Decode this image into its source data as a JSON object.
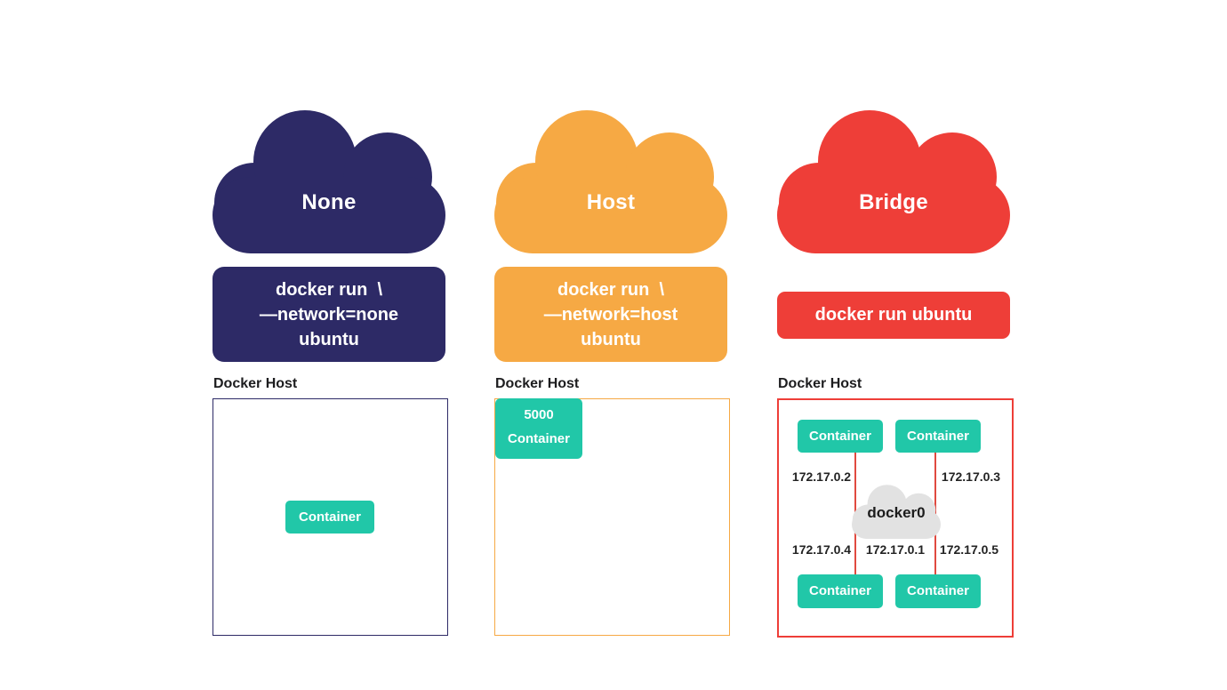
{
  "page": {
    "background": "#FFFFFF"
  },
  "palette": {
    "none_navy": "#2D2A66",
    "host_orange": "#F6A944",
    "bridge_red": "#EE3E38",
    "connector_red": "#E04A40",
    "container_teal": "#21C7A8",
    "bridge_cloud_gray": "#E2E2E2",
    "label_text_dark": "#1D1D1F",
    "text_light": "#FFFFFF"
  },
  "columns": [
    {
      "network": "None",
      "cloud_label": "None",
      "command_lines": [
        "docker run  \\",
        "—network=none",
        "ubuntu"
      ],
      "host_label": "Docker Host",
      "container_label": "Container"
    },
    {
      "network": "Host",
      "cloud_label": "Host",
      "command_lines": [
        "docker run  \\",
        "—network=host",
        "ubuntu"
      ],
      "host_label": "Docker Host",
      "container_port": "5000",
      "container_label": "Container"
    },
    {
      "network": "Bridge",
      "cloud_label": "Bridge",
      "command_lines": [
        "docker run ubuntu"
      ],
      "host_label": "Docker Host",
      "bridge_network_name": "docker0",
      "containers": [
        "Container",
        "Container",
        "Container",
        "Container"
      ],
      "ip_addresses": {
        "top_left": "172.17.0.2",
        "top_right": "172.17.0.3",
        "bottom_left": "172.17.0.4",
        "bottom_center": "172.17.0.1",
        "bottom_right": "172.17.0.5"
      }
    }
  ]
}
